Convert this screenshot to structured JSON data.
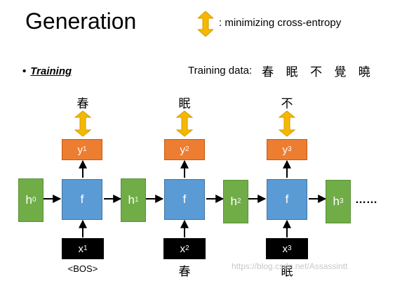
{
  "title": "Generation",
  "legend": {
    "text": ": minimizing cross-entropy",
    "icon": "double-arrow-icon",
    "color": "#f5b800"
  },
  "bullet": {
    "label": "Training"
  },
  "training_data": {
    "label": "Training data:",
    "chars": "春 眠 不 覺 曉"
  },
  "hidden_states": [
    {
      "name": "h",
      "sup": "0"
    },
    {
      "name": "h",
      "sup": "1"
    },
    {
      "name": "h",
      "sup": "2"
    },
    {
      "name": "h",
      "sup": "3"
    }
  ],
  "steps": [
    {
      "f": "f",
      "y": "y",
      "y_sup": "1",
      "x": "x",
      "x_sup": "1",
      "out_char": "春",
      "in_label": "<BOS>"
    },
    {
      "f": "f",
      "y": "y",
      "y_sup": "2",
      "x": "x",
      "x_sup": "2",
      "out_char": "眠",
      "in_label": "春"
    },
    {
      "f": "f",
      "y": "y",
      "y_sup": "3",
      "x": "x",
      "x_sup": "3",
      "out_char": "不",
      "in_label": "眠"
    }
  ],
  "continuation": "……",
  "watermark": "https://blog.csdn.net/Assassintt",
  "colors": {
    "h": "#70ad47",
    "f": "#5b9bd5",
    "y": "#ed7d31",
    "x": "#000000"
  }
}
